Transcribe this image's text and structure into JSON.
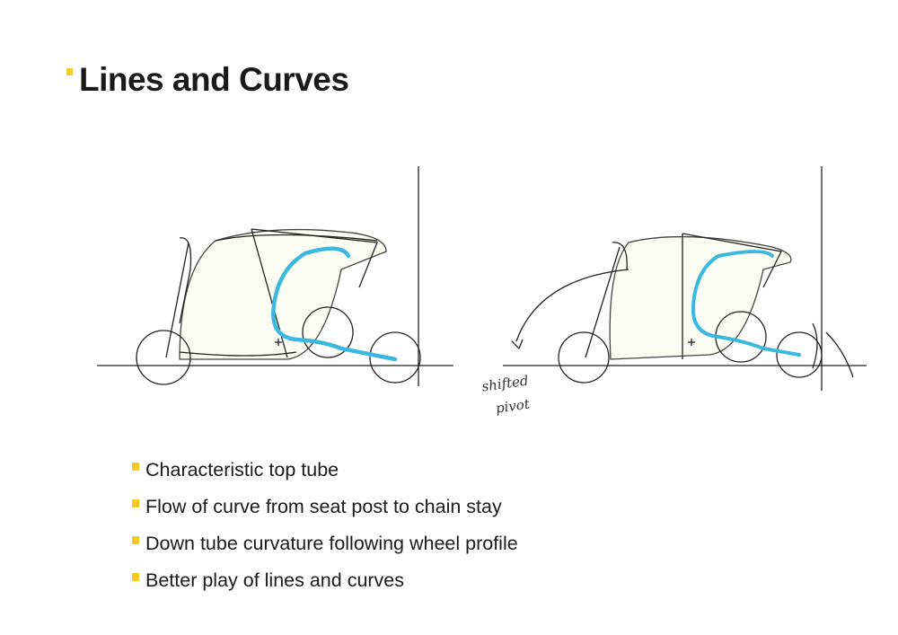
{
  "slide": {
    "title": "Lines and Curves",
    "accent_color": "#f5c928",
    "highlight_color": "#3bb8e0"
  },
  "sketches": {
    "annotation_line1": "shifted",
    "annotation_line2": "pivot"
  },
  "bullets": [
    "Characteristic top tube",
    "Flow of curve from seat post to chain stay",
    "Down tube curvature following wheel profile",
    "Better play of lines and curves"
  ]
}
